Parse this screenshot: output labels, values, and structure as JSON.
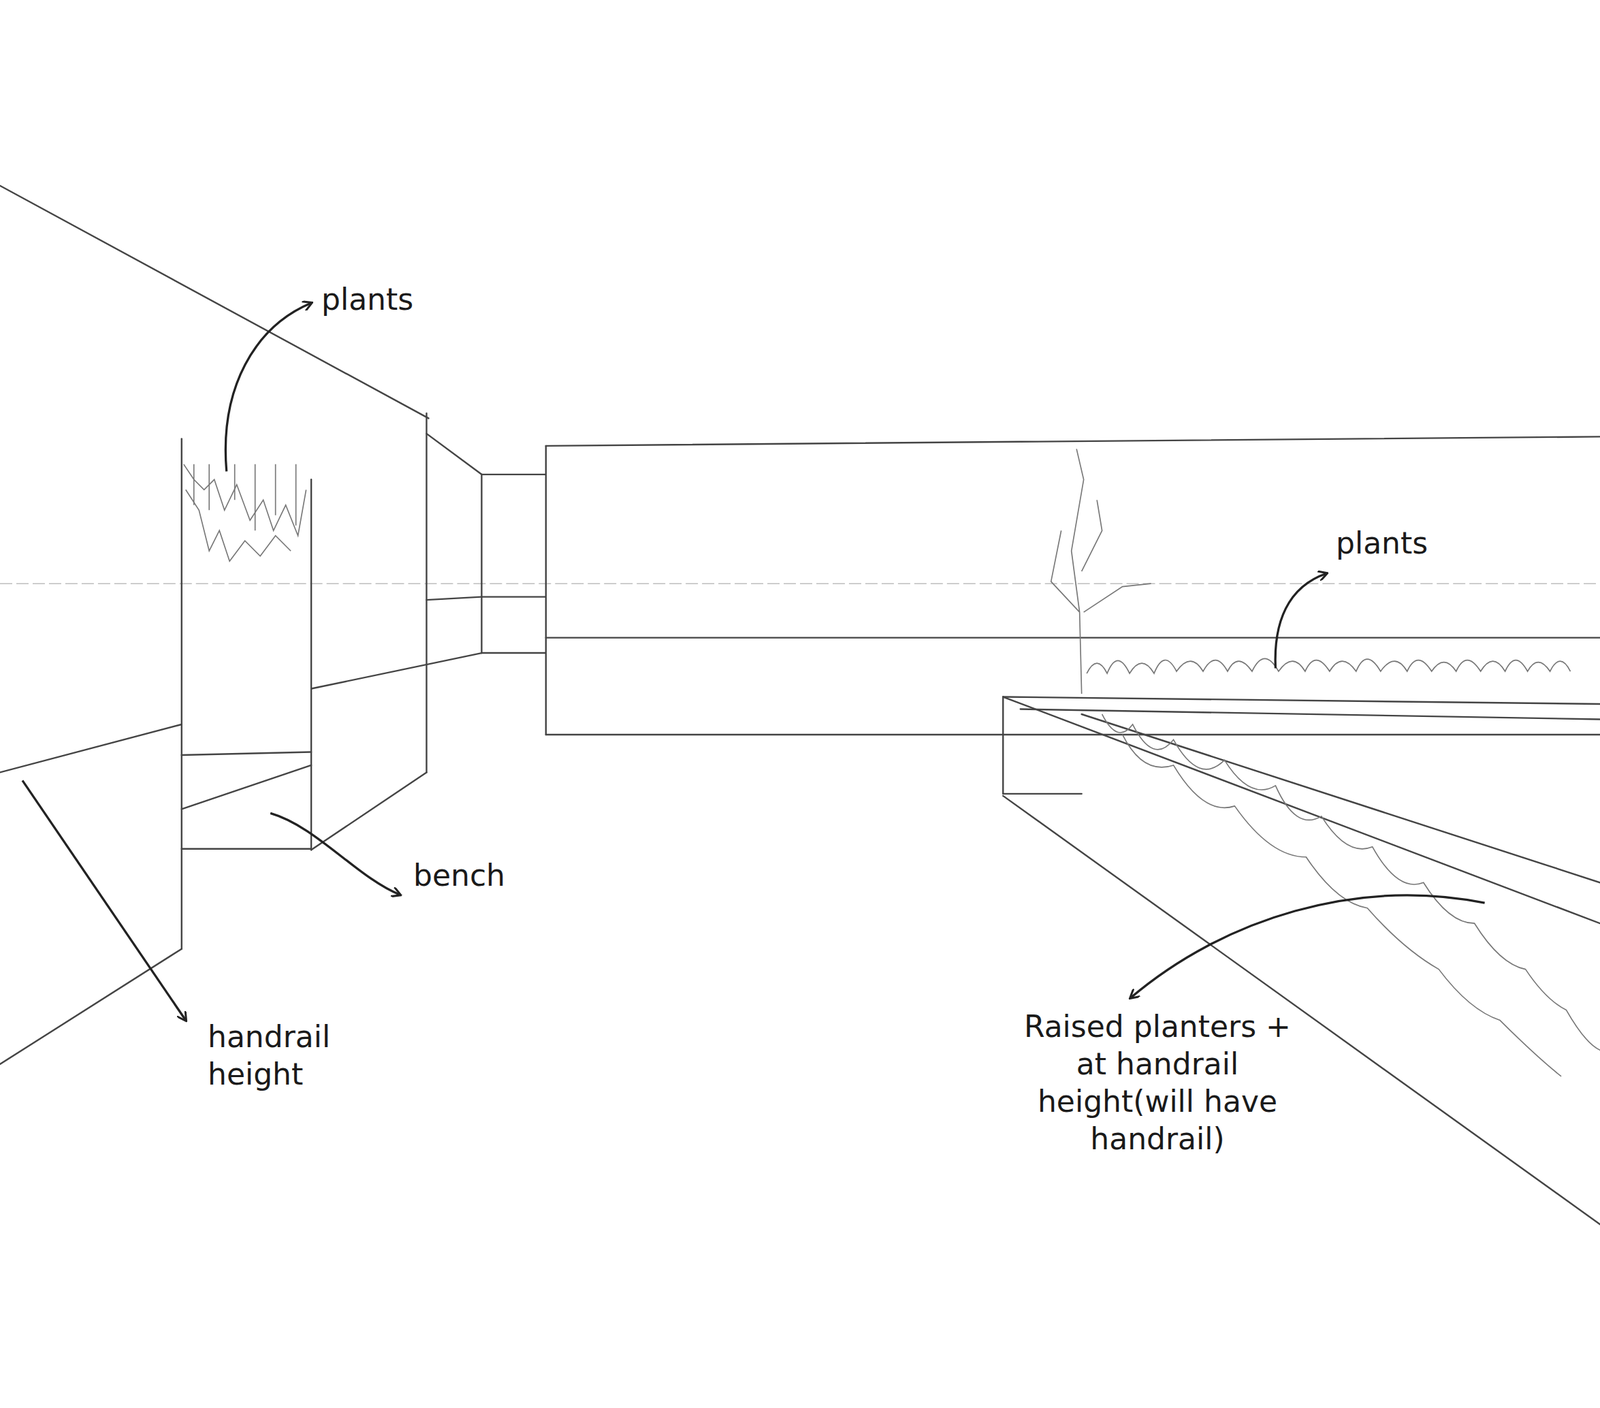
{
  "diagram": {
    "labels": [
      "plants",
      "plants",
      "bench",
      "handrail height",
      "Raised planters + at handrail height(will have handrail)"
    ]
  }
}
